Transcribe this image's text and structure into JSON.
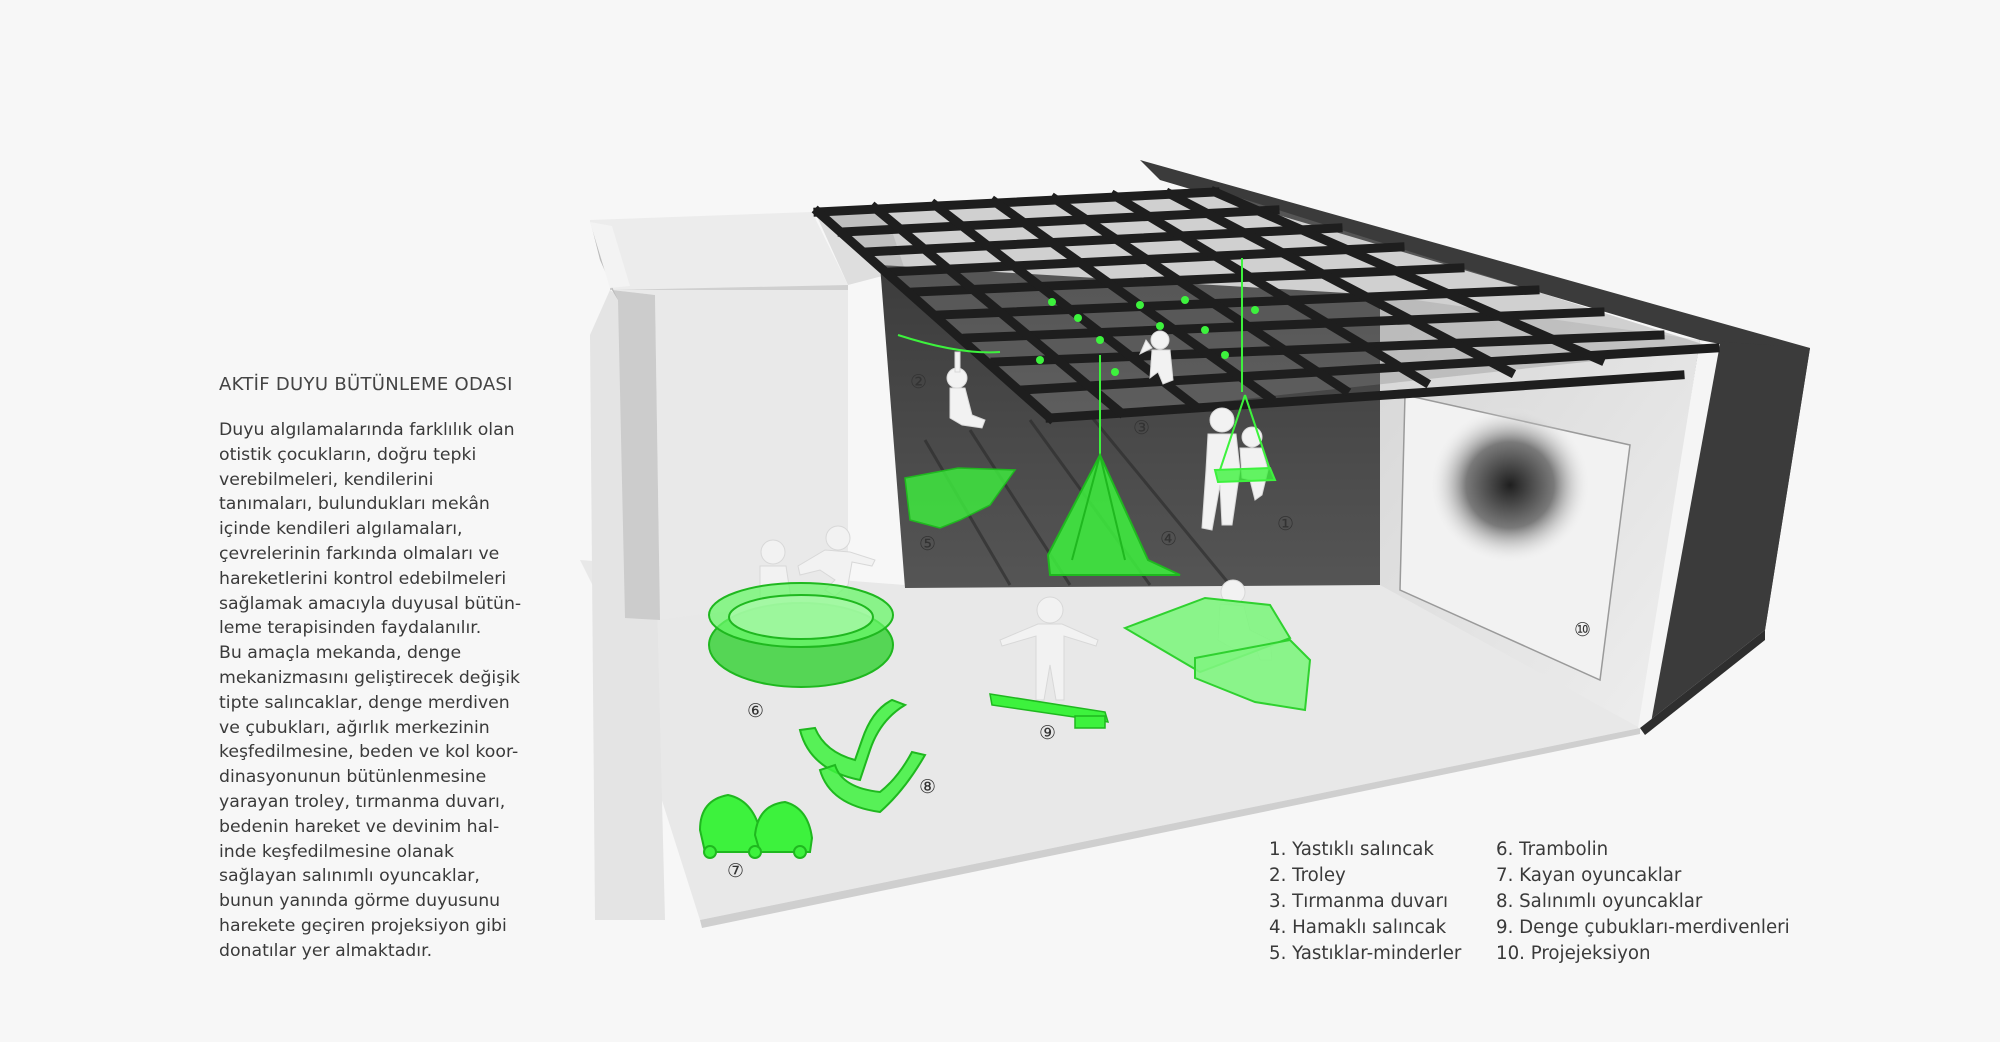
{
  "heading": "AKTİF DUYU BÜTÜNLEME ODASI",
  "description_lines": [
    "Duyu algılamalarında farklılık olan",
    "otistik çocukların, doğru tepki",
    "verebilmeleri, kendilerini",
    "tanımaları, bulundukları mekân",
    "içinde kendileri algılamaları,",
    "çevrelerinin farkında olmaları ve",
    "hareketlerini kontrol edebilmeleri",
    "sağlamak amacıyla duyusal bütün-",
    "leme terapisinden faydalanılır.",
    "Bu amaçla mekanda, denge",
    "mekanizmasını geliştirecek değişik",
    "tipte salıncaklar, denge merdiven",
    "ve çubukları, ağırlık merkezinin",
    "keşfedilmesine, beden ve kol koor-",
    "dinasyonunun bütünlenmesine",
    "yarayan troley, tırmanma duvarı,",
    "bedenin hareket ve devinim hal-",
    "inde keşfedilmesine olanak",
    "sağlayan salınımlı oyuncaklar,",
    "bunun yanında görme duyusunu",
    "harekete geçiren projeksiyon gibi",
    "donatılar yer almaktadır."
  ],
  "legend_left": [
    "1. Yastıklı salıncak",
    "2. Troley",
    "3. Tırmanma duvarı",
    "4.  Hamaklı salıncak",
    "5.  Yastıklar-minderler"
  ],
  "legend_right": [
    "6. Trambolin",
    "7. Kayan oyuncaklar",
    "8. Salınımlı oyuncaklar",
    "9. Denge çubukları-merdivenleri",
    "10. Projejeksiyon"
  ],
  "markers": [
    "①",
    "②",
    "③",
    "④",
    "⑤",
    "⑥",
    "⑦",
    "⑧",
    "⑨",
    "⑩"
  ],
  "colors": {
    "accent_green": "#3df23d",
    "frame_black": "#1e1e1e",
    "wall_dark": "#3a3a3a",
    "floor": "#e9e9e9"
  }
}
